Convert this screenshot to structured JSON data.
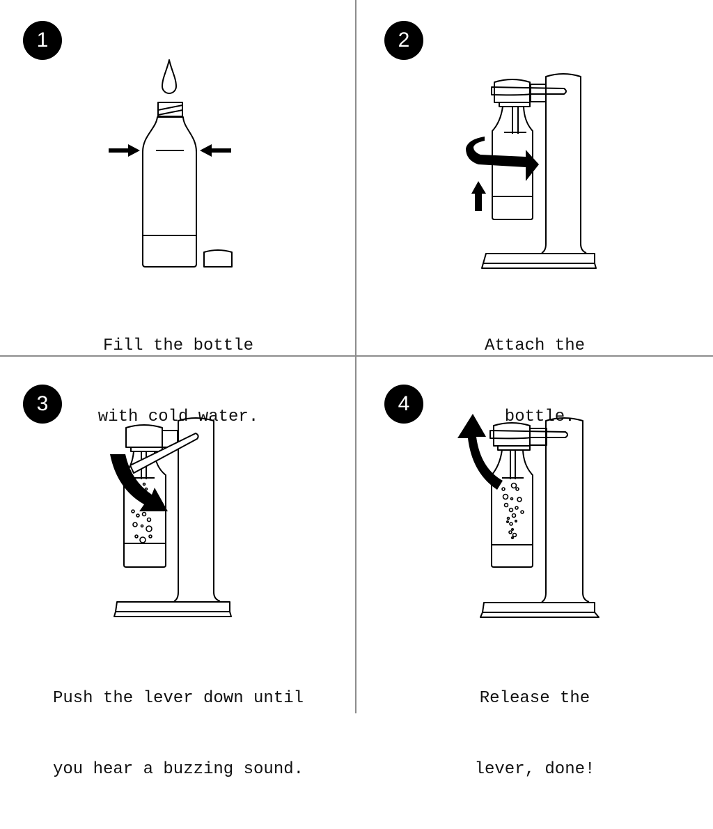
{
  "steps": [
    {
      "number": "1",
      "caption_lines": [
        "Fill the bottle",
        "with cold water."
      ],
      "illustration": "bottle-with-water-drop-and-fill-line-arrows"
    },
    {
      "number": "2",
      "caption_lines": [
        "Attach the",
        " bottle."
      ],
      "illustration": "bottle-attached-to-carbonator-with-twist-arrow"
    },
    {
      "number": "3",
      "caption_lines": [
        "Push the lever down until",
        "you hear a buzzing sound."
      ],
      "illustration": "lever-pushed-down-with-bubbles"
    },
    {
      "number": "4",
      "caption_lines": [
        "Release the",
        "lever, done!"
      ],
      "illustration": "lever-released-with-bubbles"
    }
  ],
  "colors": {
    "background": "#ffffff",
    "ink": "#000000",
    "divider": "#8c8c8c",
    "badge_text": "#ffffff"
  }
}
